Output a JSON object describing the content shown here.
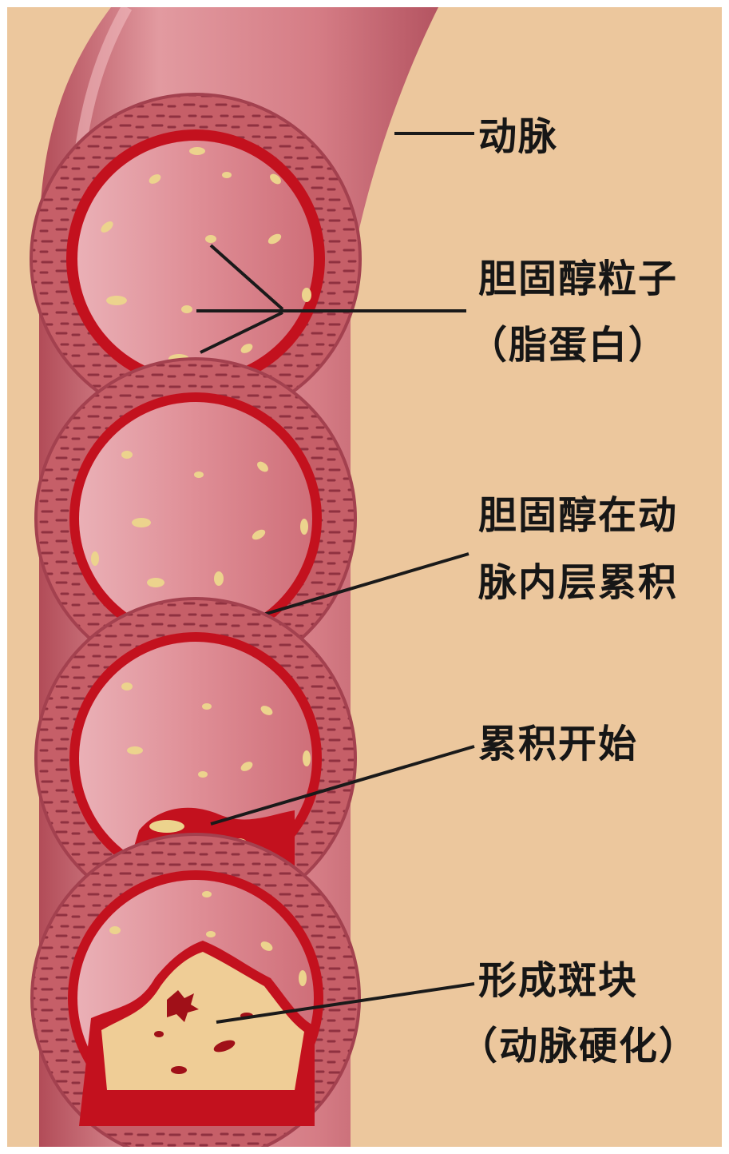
{
  "labels": {
    "artery": "动脉",
    "cholesterol_particle_line1": "胆固醇粒子",
    "cholesterol_particle_line2": "（脂蛋白）",
    "accumulation_line1": "胆固醇在动",
    "accumulation_line2": "脉内层累积",
    "accumulation_start": "累积开始",
    "plaque_line1": "形成斑块",
    "plaque_line2": "（动脉硬化）"
  },
  "colors": {
    "background": "#ecc79d",
    "vessel_wall": "#c9646b",
    "vessel_wall_dark": "#a84350",
    "lumen": "#d97c84",
    "intima": "#c3111e",
    "particle": "#ecd38d",
    "plaque": "#efcd96",
    "text": "#161616"
  }
}
